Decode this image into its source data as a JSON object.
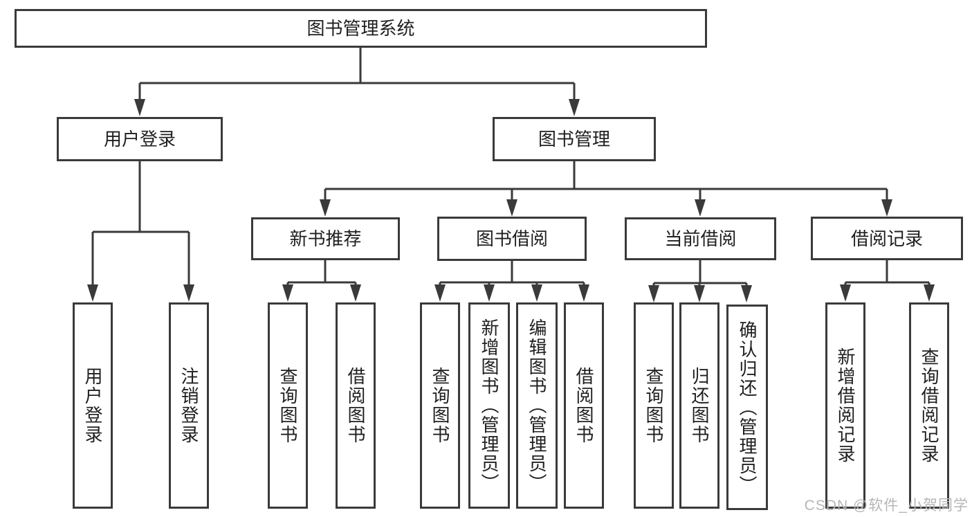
{
  "diagram": {
    "type": "hierarchy-tree",
    "root": {
      "label": "图书管理系统"
    },
    "level2": [
      {
        "label": "用户登录",
        "children": [
          "用户登录",
          "注销登录"
        ]
      },
      {
        "label": "图书管理",
        "children": [
          "新书推荐",
          "图书借阅",
          "当前借阅",
          "借阅记录"
        ]
      }
    ],
    "level3": [
      {
        "label": "新书推荐",
        "children": [
          "查询图书",
          "借阅图书"
        ]
      },
      {
        "label": "图书借阅",
        "children": [
          "查询图书",
          "新增图书（管理员）",
          "编辑图书（管理员）",
          "借阅图书"
        ]
      },
      {
        "label": "当前借阅",
        "children": [
          "查询图书",
          "归还图书",
          "确认归还（管理员）"
        ]
      },
      {
        "label": "借阅记录",
        "children": [
          "新增借阅记录",
          "查询借阅记录"
        ]
      }
    ],
    "leaves": [
      {
        "label": "用户登录"
      },
      {
        "label": "注销登录"
      },
      {
        "label": "查询图书"
      },
      {
        "label": "借阅图书"
      },
      {
        "label": "查询图书"
      },
      {
        "label": "新增图书（管理员）"
      },
      {
        "label": "编辑图书（管理员）"
      },
      {
        "label": "借阅图书"
      },
      {
        "label": "查询图书"
      },
      {
        "label": "归还图书"
      },
      {
        "label": "确认归还（管理员）"
      },
      {
        "label": "新增借阅记录"
      },
      {
        "label": "查询借阅记录"
      }
    ],
    "watermark": "CSDN @软件_小贺同学",
    "colors": {
      "line": "#3a3a3a",
      "box_border": "#3a3a3a",
      "text": "#1f1f1f",
      "background": "#ffffff",
      "watermark": "#b6b6b6"
    }
  }
}
